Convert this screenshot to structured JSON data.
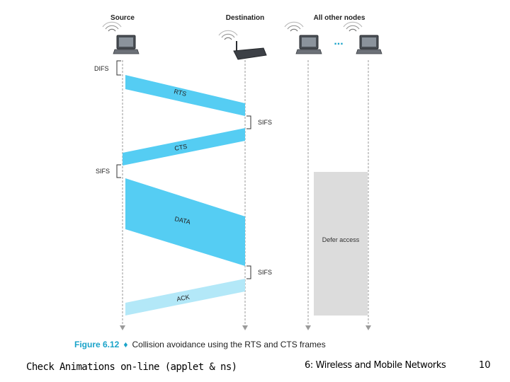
{
  "nodes": {
    "source": "Source",
    "destination": "Destination",
    "others": "All other nodes",
    "ellipsis": "..."
  },
  "gaps": {
    "difs": "DIFS",
    "sifs_after_rts": "SIFS",
    "sifs_before_data": "SIFS",
    "sifs_after_data": "SIFS"
  },
  "frames": {
    "rts": "RTS",
    "cts": "CTS",
    "data": "DATA",
    "ack": "ACK"
  },
  "defer": "Defer access",
  "caption": {
    "number": "Figure 6.12",
    "bullet": "♦",
    "text": "Collision avoidance using the RTS and CTS frames"
  },
  "footer": {
    "left": "Check Animations on-line (applet & ns)",
    "center": "6: Wireless and Mobile Networks",
    "page": "10"
  },
  "colors": {
    "frame_fill": "#55cdf3",
    "ack_fill": "#b3e8f8",
    "defer_fill": "#dcdcdc",
    "caption_accent": "#1aa3c9"
  }
}
